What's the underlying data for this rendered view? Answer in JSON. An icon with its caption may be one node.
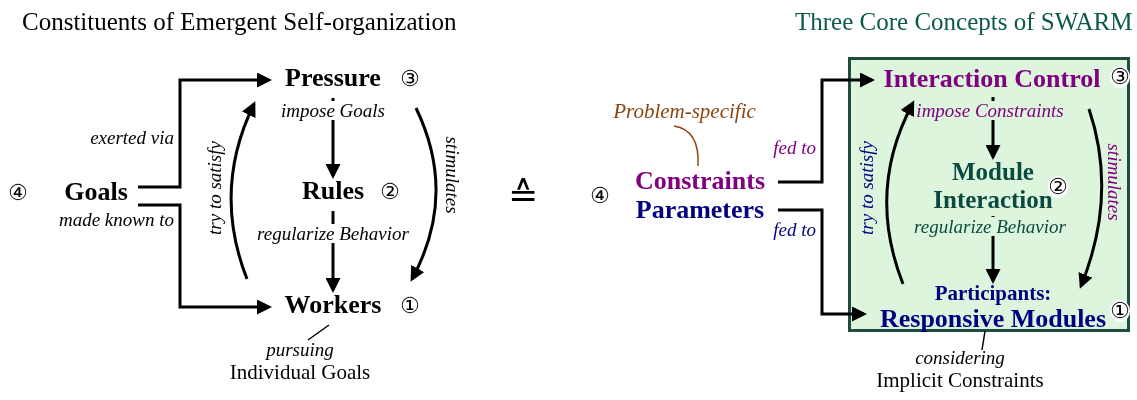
{
  "diagram": {
    "nodes": [
      {
        "text": [
          "Goals"
        ],
        "beside": [
          "④"
        ]
      },
      {
        "text": [
          "Pressure"
        ],
        "beside": [
          "③"
        ]
      },
      {
        "text": [
          "Rules"
        ],
        "beside": [
          "②"
        ]
      },
      {
        "text": [
          "Workers"
        ],
        "beside": [
          "①"
        ]
      },
      {
        "text": [
          "pursuing",
          "Individual Goals"
        ]
      },
      {
        "text": [],
        "shape": "box"
      },
      {
        "text": [
          "Interaction Control"
        ],
        "in": 5,
        "beside": [
          "③"
        ]
      },
      {
        "text": [
          "Module Interaction"
        ],
        "in": 5,
        "beside": [
          "②"
        ]
      },
      {
        "text": [
          "Participants:",
          "Responsive Modules"
        ],
        "in": 5,
        "beside": [
          "①"
        ]
      },
      {
        "text": [
          "Constraints",
          "Parameters"
        ],
        "beside": [
          "④"
        ]
      },
      {
        "text": [
          "Problem-specific"
        ]
      },
      {
        "text": [
          "considering",
          "Implicit Constraints"
        ]
      }
    ],
    "edges": [
      {
        "from": 0,
        "to": 1,
        "arrow": "to",
        "label": "exerted via"
      },
      {
        "from": 0,
        "to": 3,
        "arrow": "to",
        "label": "made known to"
      },
      {
        "from": 1,
        "to": 2,
        "arrow": "to",
        "label": "impose Goals"
      },
      {
        "from": 2,
        "to": 3,
        "arrow": "to",
        "label": "regularize Behavior"
      },
      {
        "from": 3,
        "to": 1,
        "arrow": "to",
        "label": "try to satisfy"
      },
      {
        "from": 1,
        "to": 3,
        "arrow": "to",
        "label": "stimulates"
      },
      {
        "from": 4,
        "to": 3,
        "arrow": "none"
      },
      {
        "from": 9,
        "to": 6,
        "arrow": "to",
        "label": "fed to"
      },
      {
        "from": 9,
        "to": 8,
        "arrow": "to",
        "label": "fed to"
      },
      {
        "from": 6,
        "to": 7,
        "arrow": "to",
        "label": "impose Constraints"
      },
      {
        "from": 7,
        "to": 8,
        "arrow": "to",
        "label": "regularize Behavior"
      },
      {
        "from": 8,
        "to": 6,
        "arrow": "to",
        "label": "try to satisfy"
      },
      {
        "from": 6,
        "to": 8,
        "arrow": "to",
        "label": "stimulates"
      },
      {
        "from": 11,
        "to": 8,
        "arrow": "none"
      },
      {
        "from": 10,
        "to": 9,
        "arrow": "none",
        "color": "#8b4513"
      }
    ],
    "labels": [
      "Constituents of Emergent Self-organization",
      "≙",
      "Three Core Concepts of SWARM"
    ]
  }
}
